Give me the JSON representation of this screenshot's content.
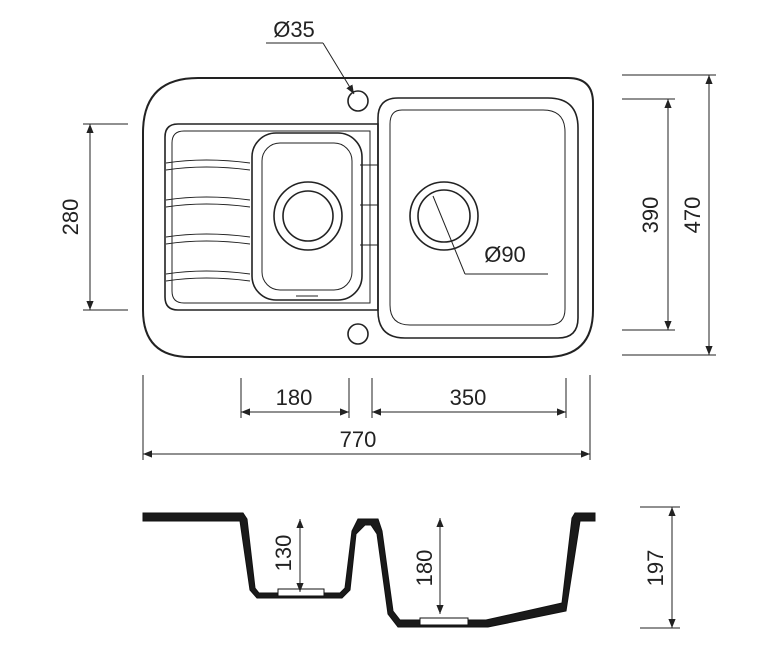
{
  "top_view": {
    "overall_width": "770",
    "overall_depth": "470",
    "main_bowl_depth": "390",
    "drainer_depth": "280",
    "small_bowl_width": "180",
    "main_bowl_width": "350",
    "tap_hole_diameter": "Ø35",
    "drain_diameter": "Ø90"
  },
  "side_view": {
    "small_bowl_depth": "130",
    "main_bowl_depth": "180",
    "total_height": "197"
  }
}
